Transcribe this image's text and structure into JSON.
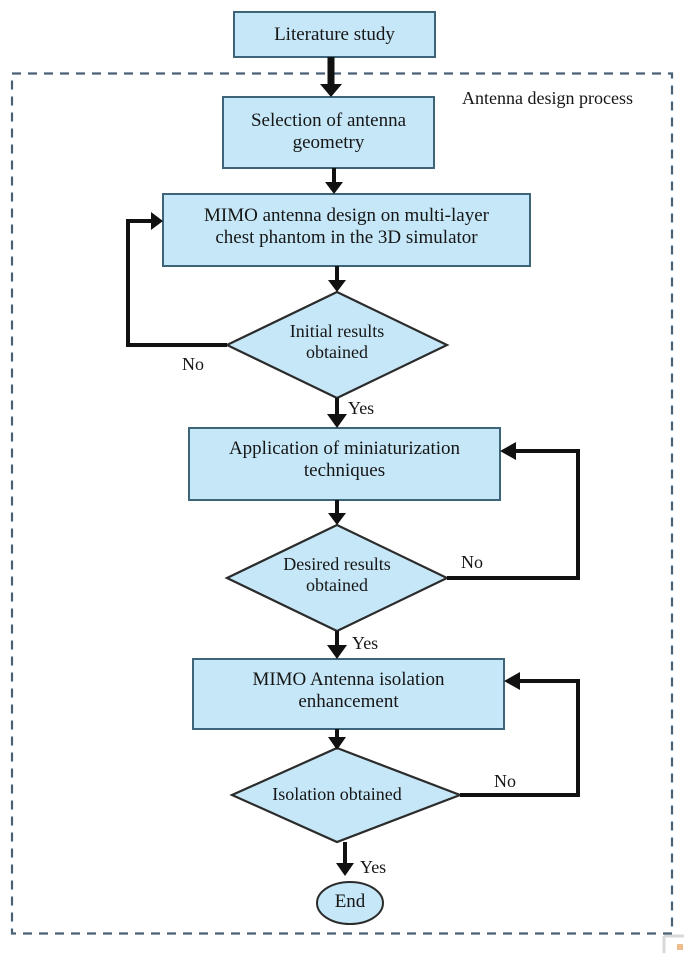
{
  "diagram": {
    "title": "Antenna design process flowchart",
    "group_label": "Antenna design process",
    "colors": {
      "node_fill": "#c5e7f7",
      "node_stroke": "#3d6478",
      "connector": "#111111",
      "group_border": "#4a6276",
      "text": "#161616",
      "background": "#ffffff"
    },
    "nodes": [
      {
        "id": "literature",
        "type": "process",
        "label": "Literature study"
      },
      {
        "id": "selection",
        "type": "process",
        "label": "Selection of antenna\ngeometry"
      },
      {
        "id": "mimo-design",
        "type": "process",
        "label": "MIMO antenna design on multi-layer\nchest phantom in the 3D simulator"
      },
      {
        "id": "initial-results",
        "type": "decision",
        "label": "Initial results\nobtained"
      },
      {
        "id": "miniaturization",
        "type": "process",
        "label": "Application of miniaturization\ntechniques"
      },
      {
        "id": "desired-results",
        "type": "decision",
        "label": "Desired results\nobtained"
      },
      {
        "id": "isolation-enhancement",
        "type": "process",
        "label": "MIMO Antenna isolation\nenhancement"
      },
      {
        "id": "isolation-obtained",
        "type": "decision",
        "label": "Isolation obtained"
      },
      {
        "id": "end",
        "type": "terminator",
        "label": "End"
      }
    ],
    "edge_labels": {
      "initial_no": "No",
      "initial_yes": "Yes",
      "desired_no": "No",
      "desired_yes": "Yes",
      "isolation_no": "No",
      "isolation_yes": "Yes"
    }
  }
}
